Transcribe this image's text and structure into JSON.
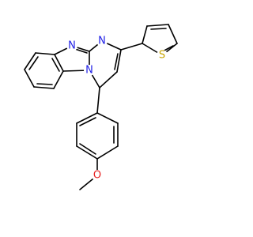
{
  "structure": {
    "atoms": [
      {
        "id": "N1",
        "label": "N",
        "color": "#1f1fe6"
      },
      {
        "id": "N2",
        "label": "N",
        "color": "#1f1fe6"
      },
      {
        "id": "N3",
        "label": "N",
        "color": "#1f1fe6"
      },
      {
        "id": "S1",
        "label": "S",
        "color": "#c8a400"
      },
      {
        "id": "O1",
        "label": "O",
        "color": "#e61f1f"
      }
    ],
    "bond_color": "#000000"
  }
}
